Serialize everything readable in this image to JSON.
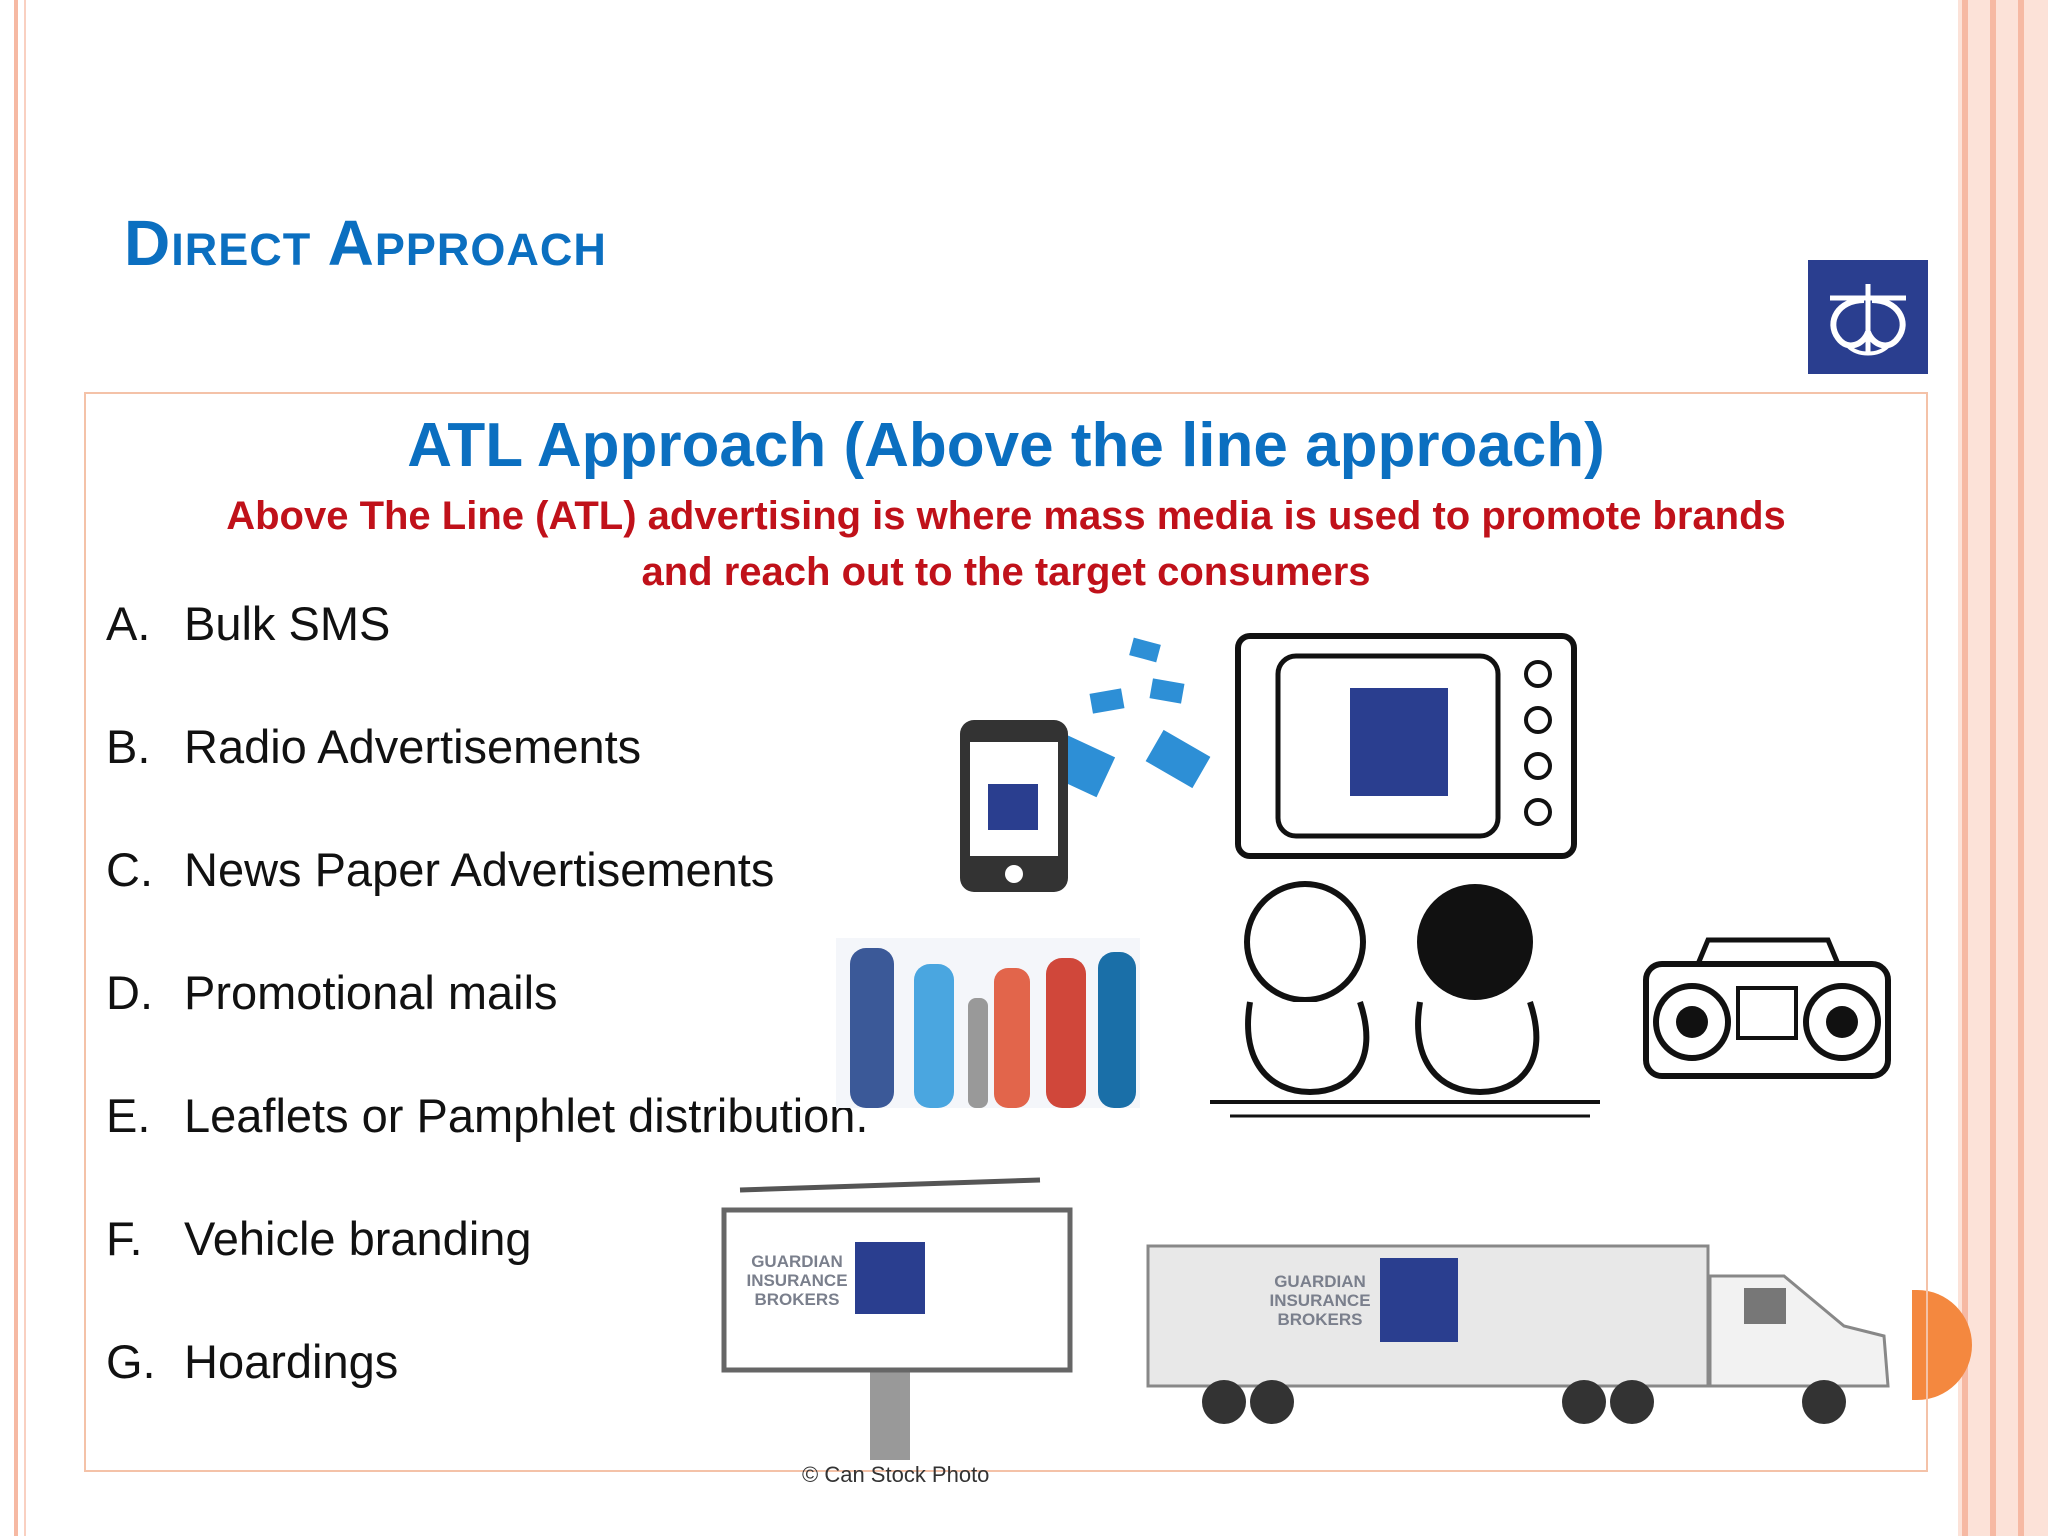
{
  "slide": {
    "title": "Direct Approach",
    "subtitle": "ATL Approach (Above the line approach)",
    "description_line1": "Above The Line (ATL) advertising is where mass media is used to promote brands",
    "description_line2": "and reach out to the target consumers"
  },
  "list": [
    {
      "letter": "A.",
      "text": "Bulk SMS"
    },
    {
      "letter": "B.",
      "text": "Radio Advertisements"
    },
    {
      "letter": "C.",
      "text": "News Paper Advertisements"
    },
    {
      "letter": "D.",
      "text": "Promotional mails"
    },
    {
      "letter": "E.",
      "text": "Leaflets or Pamphlet distribution."
    },
    {
      "letter": "F.",
      "text": "Vehicle branding"
    },
    {
      "letter": "G.",
      "text": "Hoardings"
    }
  ],
  "billboard": {
    "line1": "GUARDIAN",
    "line2": "INSURANCE",
    "line3": "BROKERS"
  },
  "truck": {
    "line1": "GUARDIAN",
    "line2": "INSURANCE",
    "line3": "BROKERS"
  },
  "credit": "© Can Stock Photo",
  "colors": {
    "title_blue": "#0b6fc0",
    "description_red": "#c0111a",
    "logo_navy": "#2a3e8f",
    "frame_peach": "#f6b9a3",
    "accent_orange": "#f4883f"
  },
  "icons": [
    "company-logo",
    "envelope-icon",
    "smartphone-icon",
    "tv-icon",
    "boombox-icon",
    "billboard-icon",
    "truck-icon"
  ]
}
